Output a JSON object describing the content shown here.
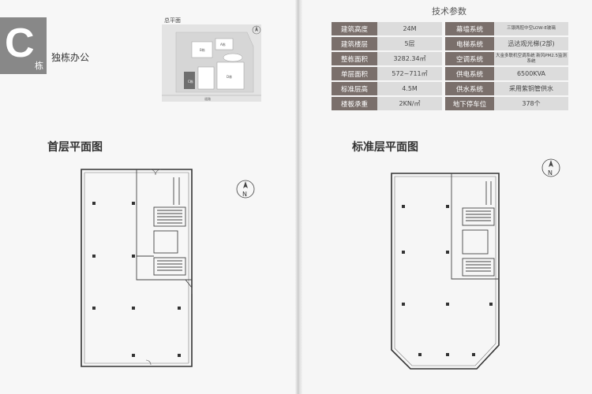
{
  "building": {
    "letter": "C",
    "letter_sub": "栋",
    "title": "独栋办公"
  },
  "site_plan": {
    "title": "总平面",
    "labels": [
      "C栋",
      "B栋",
      "A栋",
      "D栋"
    ],
    "road_label": "道路"
  },
  "specs": {
    "title": "技术参数",
    "rows": [
      {
        "l1": "建筑高度",
        "v1": "24M",
        "l2": "幕墙系统",
        "v2": "三银两腔中空LOW-E玻璃"
      },
      {
        "l1": "建筑楼层",
        "v1": "5层",
        "l2": "电梯系统",
        "v2": "迅达观光梯(2部)"
      },
      {
        "l1": "整栋面积",
        "v1": "3282.34㎡",
        "l2": "空调系统",
        "v2": "大金多联机空调系统 新风PM2.5监测系统"
      },
      {
        "l1": "单层面积",
        "v1": "572~711㎡",
        "l2": "供电系统",
        "v2": "6500KVA"
      },
      {
        "l1": "标准层高",
        "v1": "4.5M",
        "l2": "供水系统",
        "v2": "采用紫铜管供水"
      },
      {
        "l1": "楼板承重",
        "v1": "2KN/㎡",
        "l2": "地下停车位",
        "v2": "378个"
      }
    ]
  },
  "floor_plans": {
    "ground": {
      "title": "首层平面图",
      "north": "N"
    },
    "standard": {
      "title": "标准层平面图",
      "north": "N"
    }
  }
}
